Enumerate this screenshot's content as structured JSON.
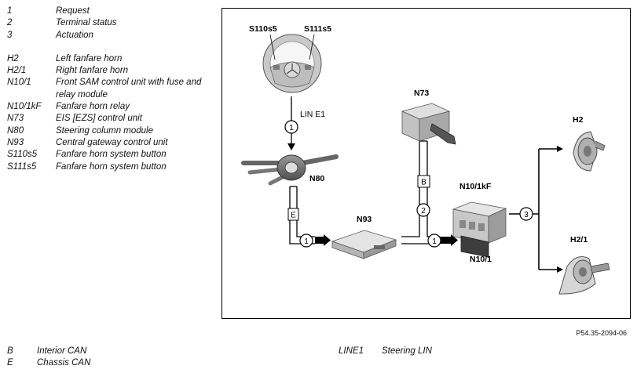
{
  "legend": {
    "numbers": [
      {
        "code": "1",
        "desc": "Request"
      },
      {
        "code": "2",
        "desc": "Terminal status"
      },
      {
        "code": "3",
        "desc": "Actuation"
      }
    ],
    "components": [
      {
        "code": "H2",
        "desc": "Left fanfare horn"
      },
      {
        "code": "H2/1",
        "desc": "Right fanfare horn"
      },
      {
        "code": "N10/1",
        "desc": "Front SAM control unit with fuse and relay module"
      },
      {
        "code": "N10/1kF",
        "desc": "Fanfare horn relay"
      },
      {
        "code": "N73",
        "desc": "EIS [EZS] control unit"
      },
      {
        "code": "N80",
        "desc": "Steering column module"
      },
      {
        "code": "N93",
        "desc": "Central gateway control unit"
      },
      {
        "code": "S110s5",
        "desc": "Fanfare horn system button"
      },
      {
        "code": "S111s5",
        "desc": "Fanfare horn system button"
      }
    ]
  },
  "diagram": {
    "labels": {
      "s110s5": "S110s5",
      "s111s5": "S111s5",
      "lin": "LIN E1",
      "n80": "N80",
      "n73": "N73",
      "n93": "N93",
      "n10kf": "N10/1kF",
      "n10": "N10/1",
      "h2": "H2",
      "h21": "H2/1"
    },
    "bus_tags": {
      "e": "E",
      "b": "B"
    },
    "circles": {
      "c1a": "1",
      "c1b": "1",
      "c1c": "1",
      "c2": "2",
      "c3": "3"
    }
  },
  "figure_ref": "P54.35-2094-06",
  "abbreviations_left": [
    {
      "code": "B",
      "desc": "Interior CAN"
    },
    {
      "code": "E",
      "desc": "Chassis CAN"
    }
  ],
  "abbreviations_right": [
    {
      "code": "LINE1",
      "desc": "Steering LIN"
    }
  ]
}
